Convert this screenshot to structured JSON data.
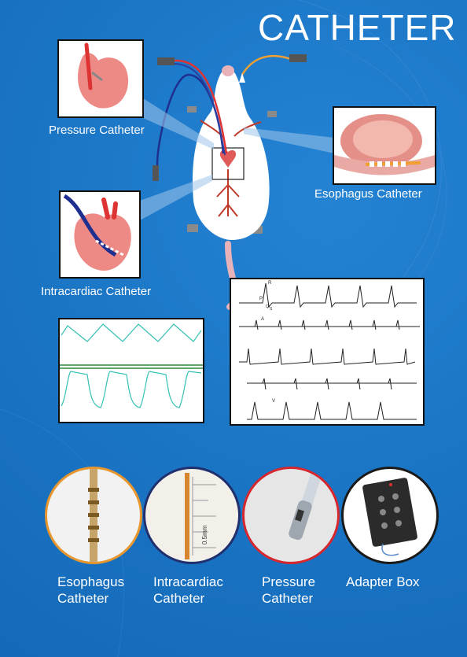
{
  "title": "CATHETER",
  "colors": {
    "background": "#1a74c4",
    "esophagus_ring": "#e8962e",
    "intracardiac_ring": "#20306f",
    "pressure_ring": "#d6262e",
    "adapter_ring": "#1a1a1a"
  },
  "insets": {
    "pressure": {
      "caption": "Pressure Catheter"
    },
    "esophagus": {
      "caption": "Esophagus Catheter"
    },
    "intracardiac": {
      "caption": "Intracardiac Catheter"
    }
  },
  "ecg": {
    "label_r": "R",
    "label_p": "P",
    "label_q": "Q",
    "label_s": "S",
    "label_a": "A",
    "label_v": "V"
  },
  "devices": [
    {
      "name": "esophagus",
      "line1": "Esophagus",
      "line2": "Catheter"
    },
    {
      "name": "intracardiac",
      "line1": "Intracardiac",
      "line2": "Catheter"
    },
    {
      "name": "pressure",
      "line1": "Pressure",
      "line2": "Catheter"
    },
    {
      "name": "adapter",
      "line1": "Adapter Box",
      "line2": ""
    }
  ],
  "ruler": {
    "scale_label": "0.5mm"
  }
}
